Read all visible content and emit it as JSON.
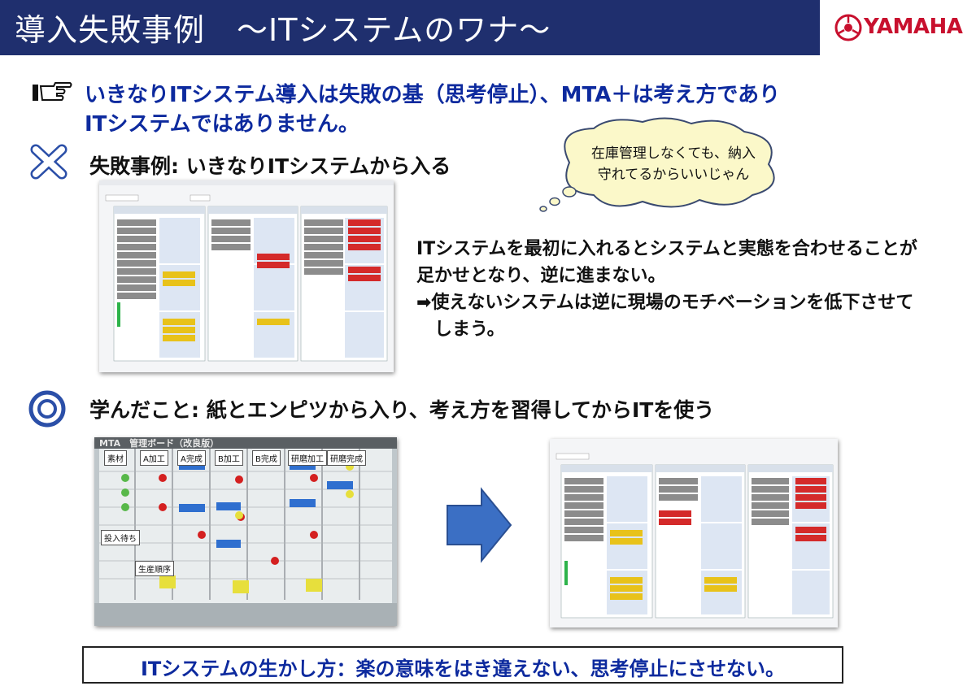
{
  "header": {
    "title": "導入失敗事例　～ITシステムのワナ～",
    "logo_text": "YAMAHA",
    "bg_color": "#1f2f6e"
  },
  "headline": {
    "line1": "いきなりITシステム導入は失敗の基（思考停止）、MTA＋は考え方であり",
    "line2": "ITシステムではありません。",
    "icon": "pointing-hand-icon"
  },
  "failure": {
    "icon": "cross-mark-icon",
    "title": "失敗事例: いきなりITシステムから入る",
    "thought_bubble": [
      "在庫管理しなくても、納入",
      "守れてるからいいじゃん"
    ],
    "description": [
      "ITシステムを最初に入れるとシステムと実態を合わせることが",
      "足かせとなり、逆に進まない。",
      "➡使えないシステムは逆に現場のモチベーションを低下させて",
      "　しまう。"
    ]
  },
  "learned": {
    "icon": "double-circle-icon",
    "title": "学んだこと: 紙とエンピツから入り、考え方を習得してからITを使う",
    "board_photo": {
      "header_text": "MTA　管理ボード（改良版）",
      "columns": [
        "素材",
        "A加工",
        "A完成",
        "B加工",
        "B完成",
        "研磨加工",
        "研磨完成"
      ],
      "tags": [
        "投入待ち",
        "生産順序"
      ]
    }
  },
  "conclusion": "ITシステムの生かし方：楽の意味をはき違えない、思考停止にさせない。",
  "colors": {
    "accent_blue": "#0d2a9e",
    "arrow_blue": "#3b6fc4",
    "bubble_fill": "#fbf8c9"
  }
}
